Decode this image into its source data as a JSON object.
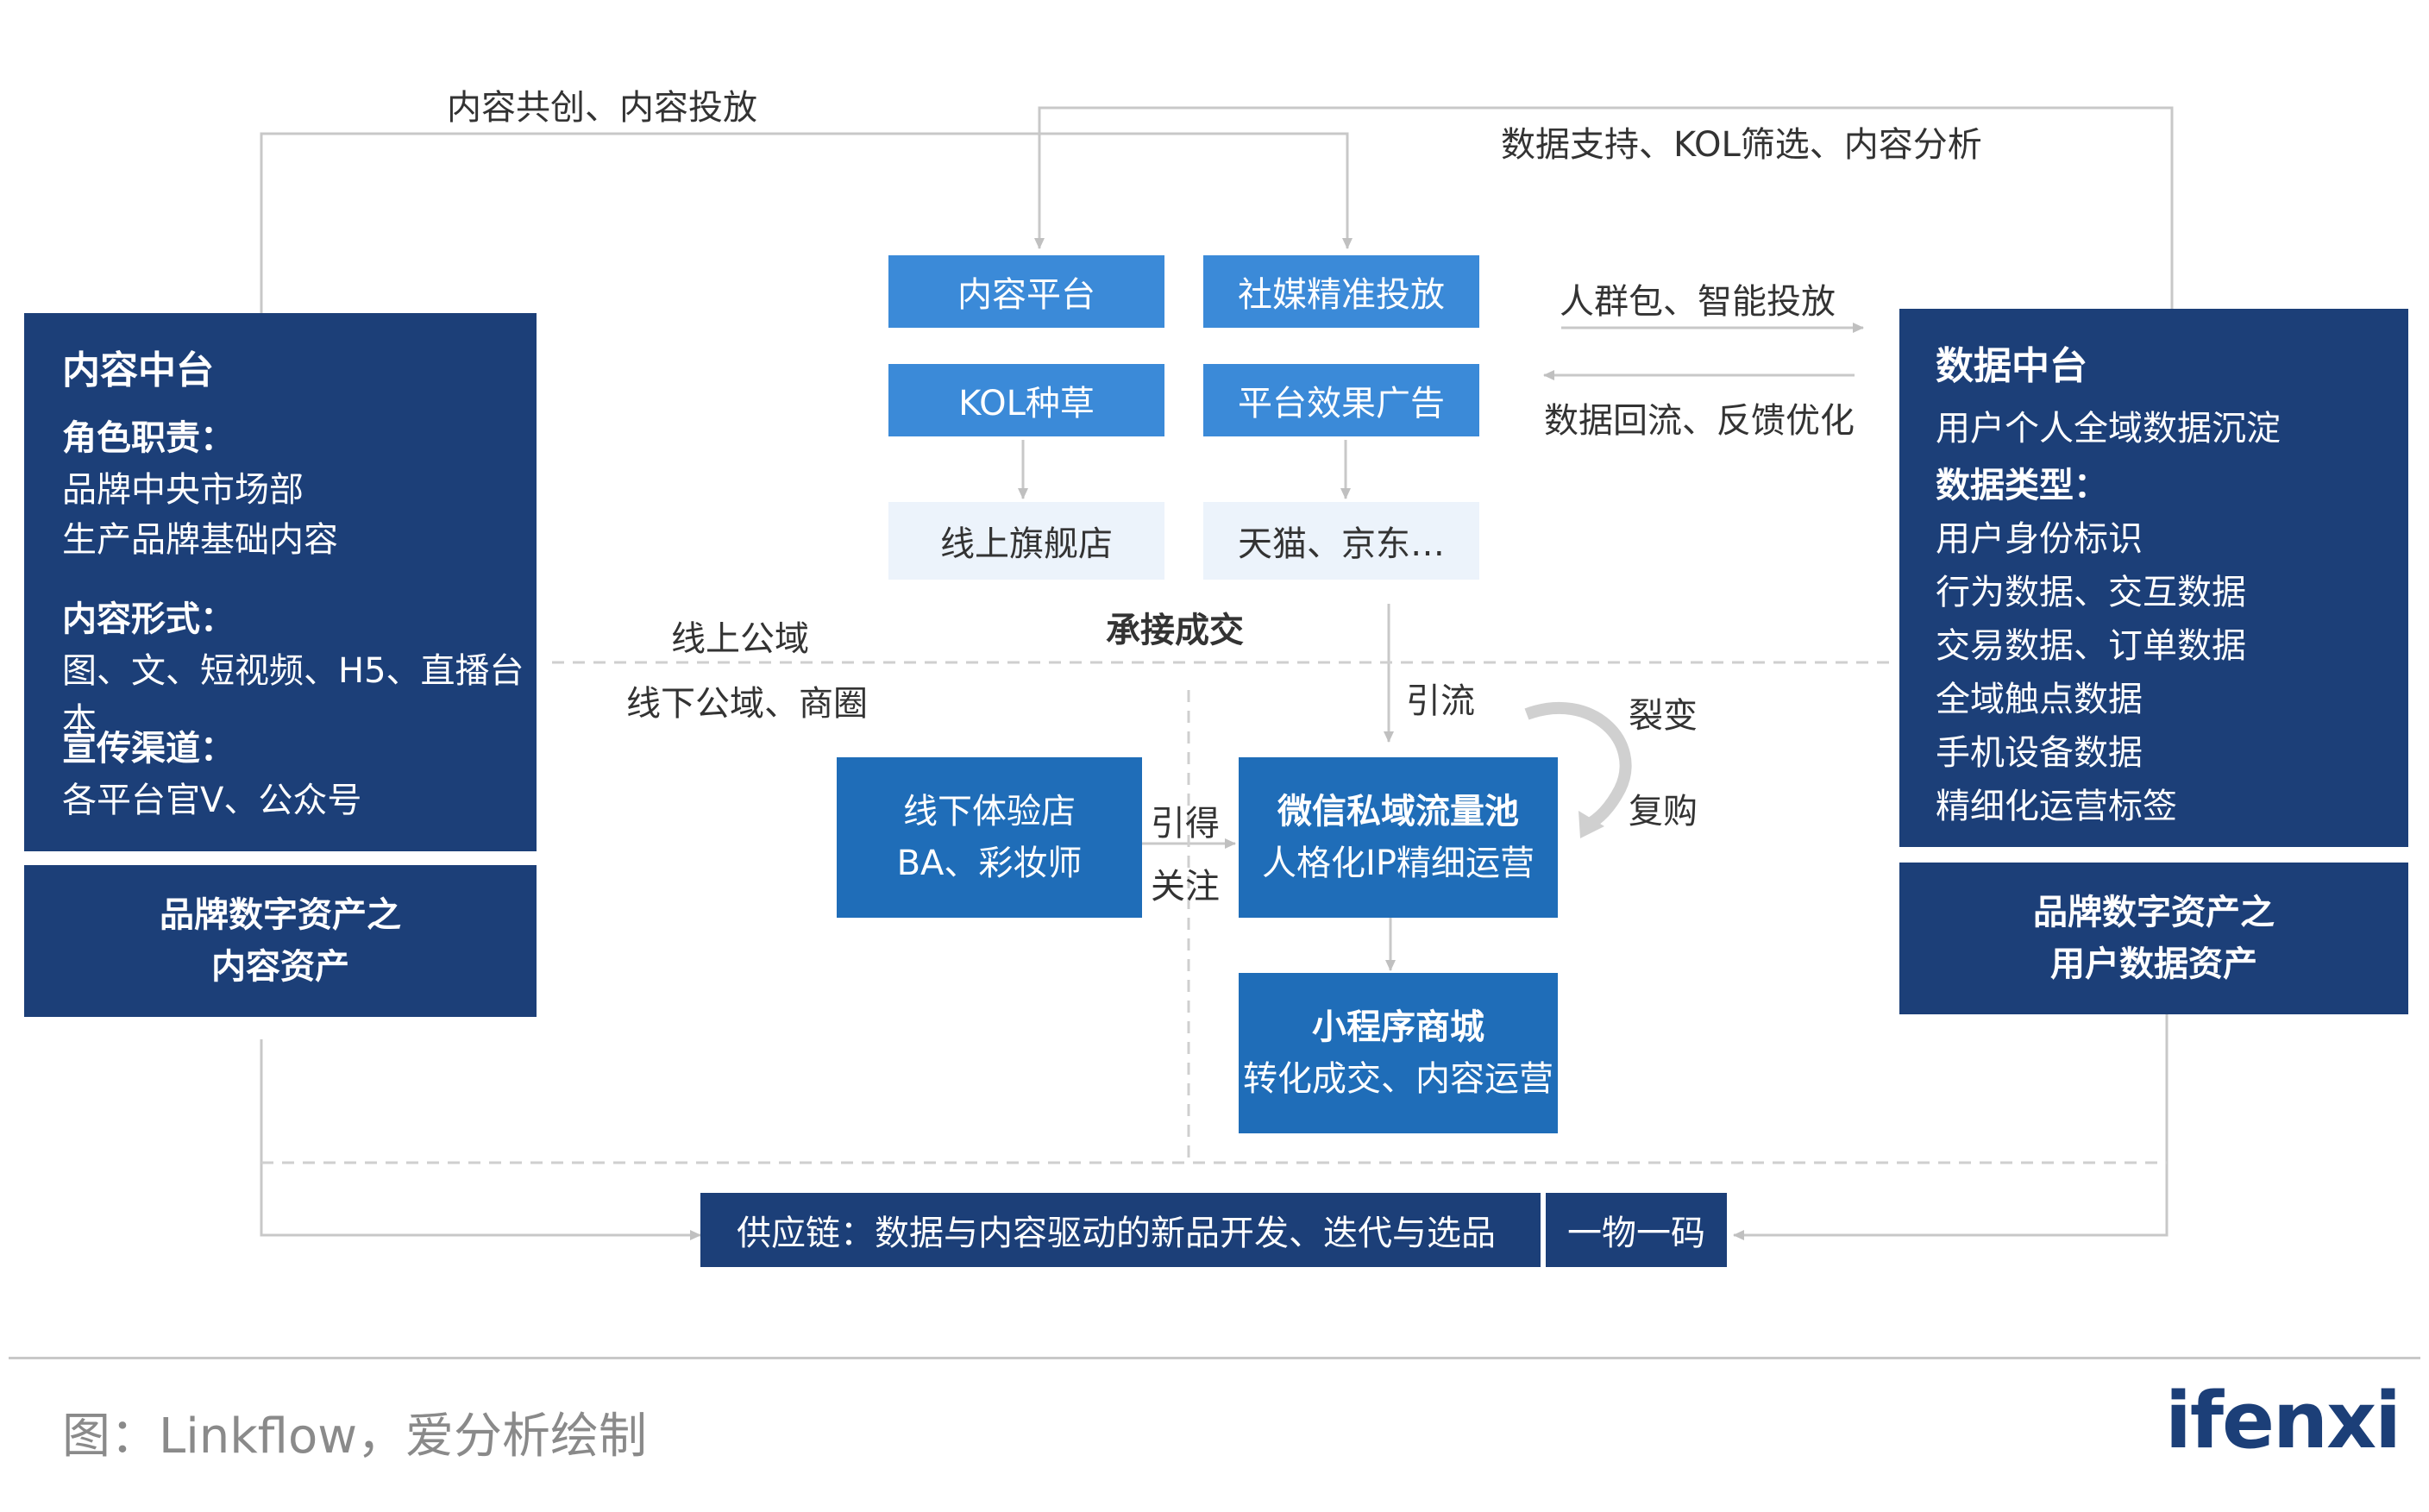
{
  "top_labels": {
    "content_cocreate": "内容共创、内容投放",
    "data_support": "数据支持、KOL筛选、内容分析",
    "audience": "人群包、智能投放",
    "data_feedback": "数据回流、反馈优化"
  },
  "content_hub": {
    "title": "内容中台",
    "role_label": "角色职责：",
    "role_1": "品牌中央市场部",
    "role_2": "生产品牌基础内容",
    "form_label": "内容形式：",
    "form_text": "图、文、短视频、H5、直播台本",
    "channel_label": "宣传渠道：",
    "channel_text": "各平台官V、公众号",
    "asset_line1": "品牌数字资产之",
    "asset_line2": "内容资产"
  },
  "data_hub": {
    "title": "数据中台",
    "subtitle": "用户个人全域数据沉淀",
    "type_label": "数据类型：",
    "types": [
      "用户身份标识",
      "行为数据、交互数据",
      "交易数据、订单数据",
      "全域触点数据",
      "手机设备数据",
      "精细化运营标签"
    ],
    "asset_line1": "品牌数字资产之",
    "asset_line2": "用户数据资产"
  },
  "platforms": {
    "content_platform": "内容平台",
    "social_ads": "社媒精准投放",
    "kol": "KOL种草",
    "platform_ads": "平台效果广告",
    "flagship": "线上旗舰店",
    "tmall": "天猫、京东…",
    "deal": "承接成交"
  },
  "zones": {
    "online": "线上公域",
    "offline": "线下公域、商圈",
    "traffic": "引流",
    "fission": "裂变",
    "repurchase": "复购",
    "guide_1": "引得",
    "guide_2": "关注"
  },
  "middle": {
    "store_line1": "线下体验店",
    "store_line2": "BA、彩妆师",
    "wechat_title": "微信私域流量池",
    "wechat_sub": "人格化IP精细运营",
    "mini_title": "小程序商城",
    "mini_sub": "转化成交、内容运营"
  },
  "bottom": {
    "supply": "供应链：数据与内容驱动的新品开发、迭代与选品",
    "code": "一物一码"
  },
  "footer": {
    "source": "图：Linkflow，爱分析绘制",
    "logo": "ifenxi"
  },
  "colors": {
    "dark_navy": "#1c3f78",
    "mid_blue": "#1f6db8",
    "light_blue": "#3b8ad8",
    "pale_blue": "#ecf3fb"
  }
}
